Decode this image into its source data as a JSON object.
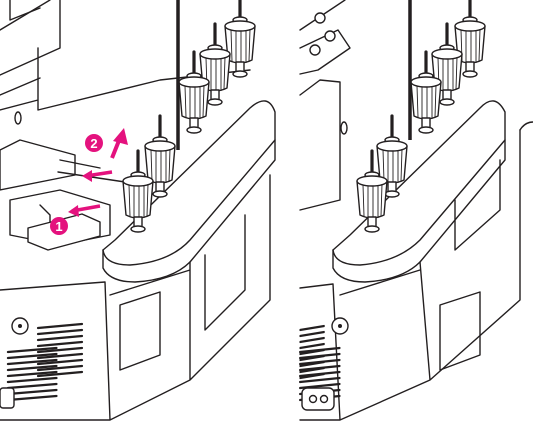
{
  "steps": [
    {
      "number": "1"
    },
    {
      "number": "2"
    }
  ],
  "colors": {
    "accent": "#e4127e",
    "line": "#231f20",
    "background": "#ffffff"
  },
  "panels": {
    "left": {
      "shows": "tray-being-removed",
      "arrows": [
        "push-left",
        "push-left",
        "lift-up"
      ]
    },
    "right": {
      "shows": "tray-removed"
    }
  }
}
